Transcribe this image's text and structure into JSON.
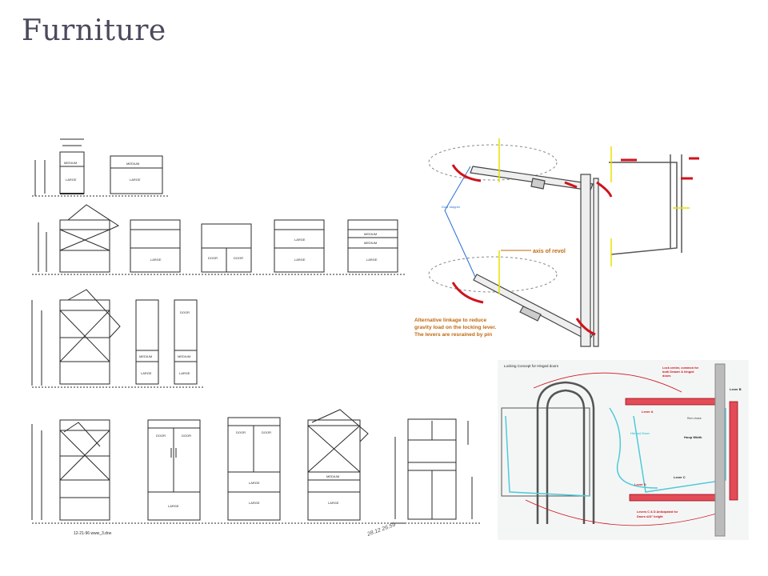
{
  "slide": {
    "title": "Furniture"
  },
  "elevations": {
    "footer_code": "12-21-96   www_3.drw",
    "labels": {
      "medium": "MEDIUM",
      "large": "LARGE",
      "door": "DOOR",
      "handwritten": "28.12  26.59"
    }
  },
  "linkage": {
    "door_stopper": "Door stopper",
    "axis": "axis of revol",
    "caption": [
      "Alternative linkage to reduce",
      "gravity load on the locking lever.",
      "The levers are resrained by pin"
    ]
  },
  "locking": {
    "title": "Locking Concept for Hinged doors",
    "lock_center": [
      "Lock center, common for",
      "both Drawer & hinged",
      "doors"
    ],
    "lever_b": "Lever B",
    "lever_a": "Lever A",
    "hinged_door": "Hinged Door",
    "hoop_width": "Hoop Width",
    "lever_c": "Lever C",
    "lever_d": "Lever D",
    "levers_cd": [
      "Levers C & D Anticipated for",
      "Doors ≤24\" height"
    ],
    "small_note": "Rem chase"
  },
  "colors": {
    "title": "#4a4a5c",
    "ink": "#2a2a2a",
    "red": "#d0121b",
    "cyan": "#4ecad8",
    "orange": "#c06a10",
    "yellow": "#e8e000",
    "blue": "#2a6fd6"
  }
}
